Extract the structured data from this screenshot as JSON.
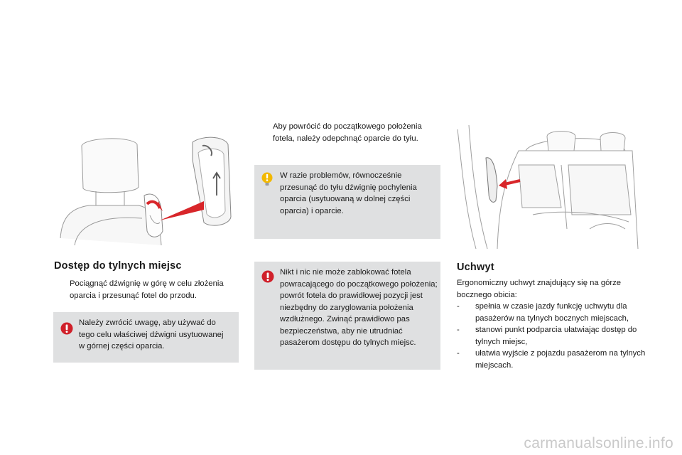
{
  "left": {
    "heading": "Dostęp do tylnych miejsc",
    "bullet": "Pociągnąć dźwignię w górę w celu złożenia oparcia i przesunąć fotel do przodu.",
    "warning": {
      "icon": "warning-icon",
      "text": "Należy zwrócić uwagę, aby używać do tego celu właściwej dźwigni usytuowanej w górnej części oparcia."
    }
  },
  "middle": {
    "bullet": "Aby powrócić do początkowego położenia fotela, należy odepchnąć oparcie do tyłu.",
    "info": {
      "icon": "info-icon",
      "text": "W razie problemów, równocześnie przesunąć do tyłu dźwignię pochylenia oparcia (usytuowaną w dolnej części oparcia) i oparcie."
    },
    "warning": {
      "icon": "warning-icon",
      "text": "Nikt i nic nie może zablokować fotela powracającego do początkowego położenia; powrót fotela do prawidłowej pozycji jest niezbędny do zaryglowania położenia wzdłużnego. Zwinąć prawidłowo pas bezpieczeństwa, aby nie utrudniać pasażerom dostępu do tylnych miejsc."
    }
  },
  "right": {
    "heading": "Uchwyt",
    "intro": "Ergonomiczny uchwyt znajdujący się na górze bocznego obicia:",
    "items": [
      "spełnia w czasie jazdy funkcję uchwytu dla pasażerów na tylnych bocznych miejscach,",
      "stanowi punkt podparcia ułatwiając dostęp do tylnych miejsc,",
      "ułatwia wyjście z pojazdu pasażerom na tylnych miejscach."
    ]
  },
  "bullet_glyph": "",
  "dash_glyph": "-",
  "watermark": "carmanualsonline.info",
  "colors": {
    "box_bg": "#dfe0e1",
    "warning_red": "#d0202a",
    "info_yellow": "#f2b800",
    "arrow_red": "#d8262a"
  }
}
